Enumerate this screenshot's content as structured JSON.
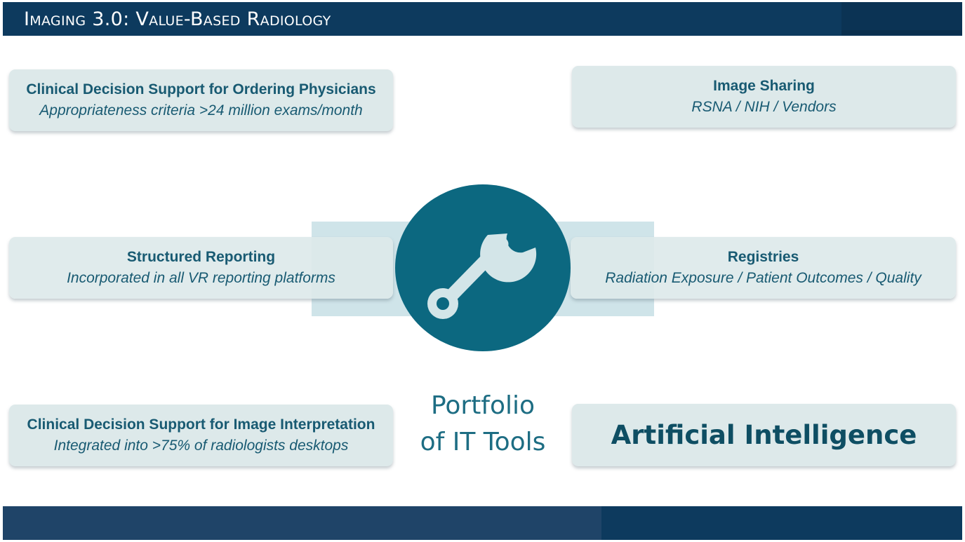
{
  "header": {
    "title": "Imaging 3.0: Value-Based Radiology"
  },
  "cards": {
    "cds_ordering": {
      "title": "Clinical Decision Support for Ordering Physicians",
      "subtitle": "Appropriateness criteria  >24 million exams/month"
    },
    "image_sharing": {
      "title": "Image Sharing",
      "subtitle": "RSNA / NIH / Vendors"
    },
    "structured_reporting": {
      "title": "Structured Reporting",
      "subtitle": "Incorporated in all VR reporting platforms"
    },
    "registries": {
      "title": "Registries",
      "subtitle": "Radiation Exposure / Patient Outcomes / Quality"
    },
    "cds_interpretation": {
      "title": "Clinical Decision Support for Image Interpretation",
      "subtitle": "Integrated into >75% of radiologists desktops"
    },
    "ai": {
      "title": "Artificial Intelligence"
    }
  },
  "center": {
    "label_line1": "Portfolio",
    "label_line2": "of IT Tools",
    "icon": "wrench-icon"
  },
  "colors": {
    "header_bg": "#0d3a5e",
    "card_bg": "#dde9ea",
    "card_text": "#185a72",
    "hub": "#0c6880",
    "band": "#94c4ce"
  }
}
